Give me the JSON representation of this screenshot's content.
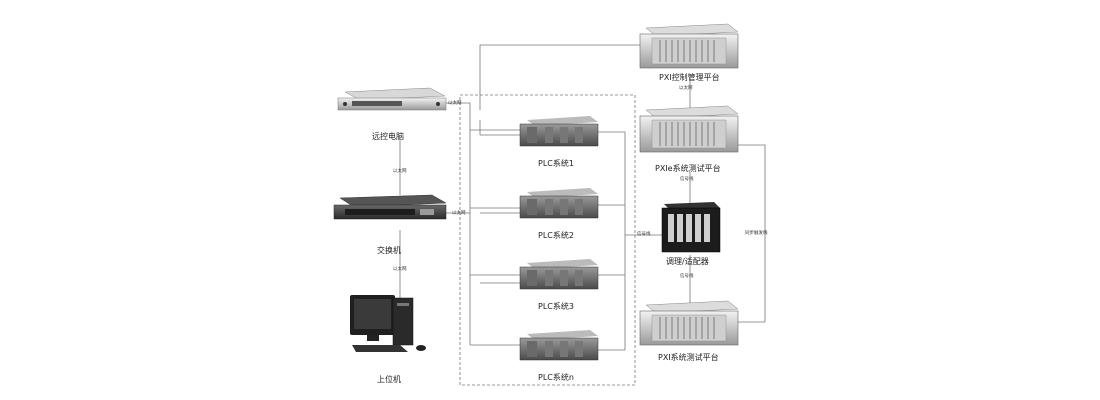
{
  "devices": {
    "remote_computer": "远控电脑",
    "switch": "交换机",
    "host_pc": "上位机",
    "plc1": "PLC系统1",
    "plc2": "PLC系统2",
    "plc3": "PLC系统3",
    "plcn": "PLC系统n",
    "pxi_control": "PXI控制管理平台",
    "pxie_test": "PXIe系统测试平台",
    "signal_conditioner": "调理/适配器",
    "pxi_test": "PXI系统测试平台"
  },
  "link_labels": {
    "eth_remote_switch": "以太网",
    "eth_switch_host": "以太网",
    "eth_plc_bus": "以太网",
    "eth_remote_plc": "以太网",
    "eth_pxi_ctrl": "以太网",
    "signal_pxie": "信号线",
    "signal_plc": "信号线",
    "signal_pxi": "信号线",
    "trigger_sync": "同步触发线"
  }
}
